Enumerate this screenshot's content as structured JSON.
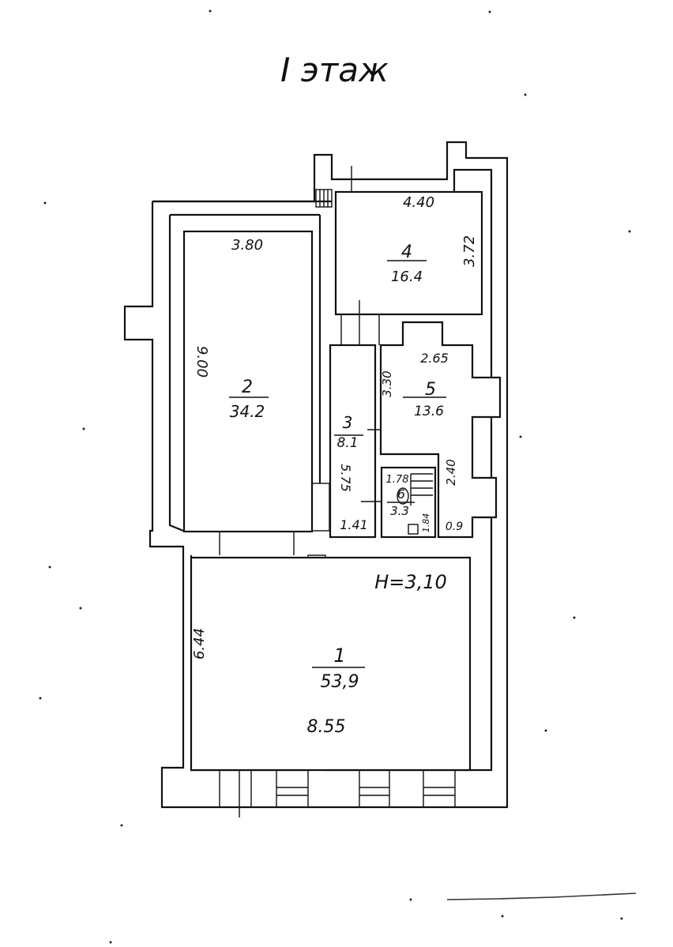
{
  "title": "I этаж",
  "height_note": "H=3,10",
  "rooms": [
    {
      "number": "1",
      "area": "53,9"
    },
    {
      "number": "2",
      "area": "34.2"
    },
    {
      "number": "3",
      "area": "8.1"
    },
    {
      "number": "4",
      "area": "16.4"
    },
    {
      "number": "5",
      "area": "13.6"
    },
    {
      "number": "6",
      "area": "3.3"
    }
  ],
  "dimensions": {
    "room1_width": "8.55",
    "room1_depth": "6.44",
    "room2_width": "3.80",
    "room2_depth": "9.00",
    "room3_depth": "5.75",
    "room3_width": "1.41",
    "room4_width": "4.40",
    "room4_depth": "3.72",
    "room5_width": "2.65",
    "room5_depth": "3.30",
    "room5_side": "2.40",
    "room5_small": "0.9",
    "room6_width": "1.78",
    "room6_depth": "1.84"
  }
}
